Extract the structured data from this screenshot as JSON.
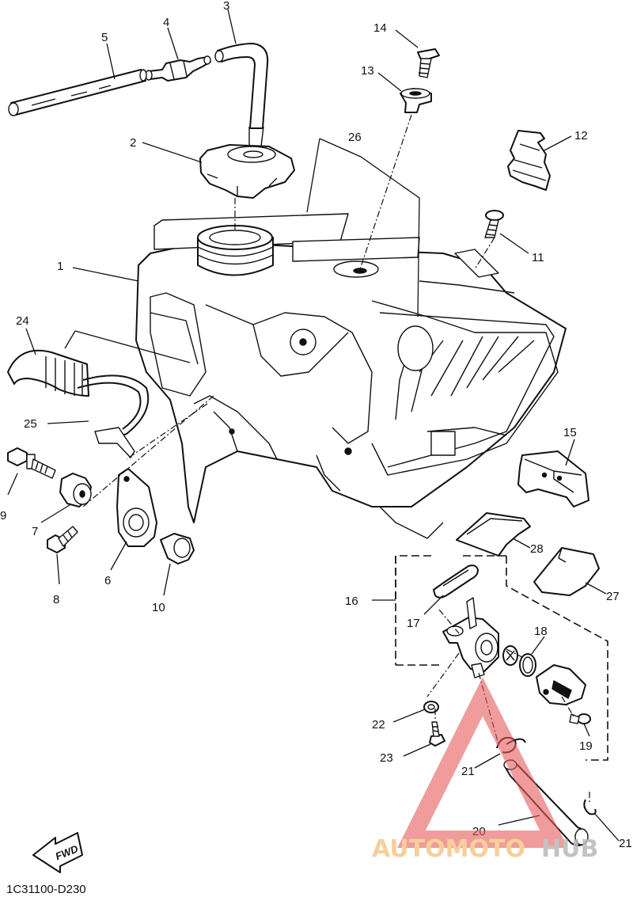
{
  "diagram_code": "1C31100-D230",
  "fwd_label": "FWD",
  "watermark": {
    "brand_a": "AUTOMOTO",
    "brand_b": "HUB",
    "accent": "#e85a5a",
    "accent_light": "#f5c78a",
    "gray": "#b9b9b9"
  },
  "callouts": {
    "c1": "1",
    "c2": "2",
    "c3": "3",
    "c4": "4",
    "c5": "5",
    "c6": "6",
    "c7": "7",
    "c8": "8",
    "c9": "9",
    "c10": "10",
    "c11": "11",
    "c12": "12",
    "c13": "13",
    "c14": "14",
    "c15": "15",
    "c16": "16",
    "c17": "17",
    "c18": "18",
    "c19": "19",
    "c20": "20",
    "c21a": "21",
    "c21b": "21",
    "c22": "22",
    "c23": "23",
    "c24": "24",
    "c25": "25",
    "c26": "26",
    "c27": "27",
    "c28": "28"
  }
}
